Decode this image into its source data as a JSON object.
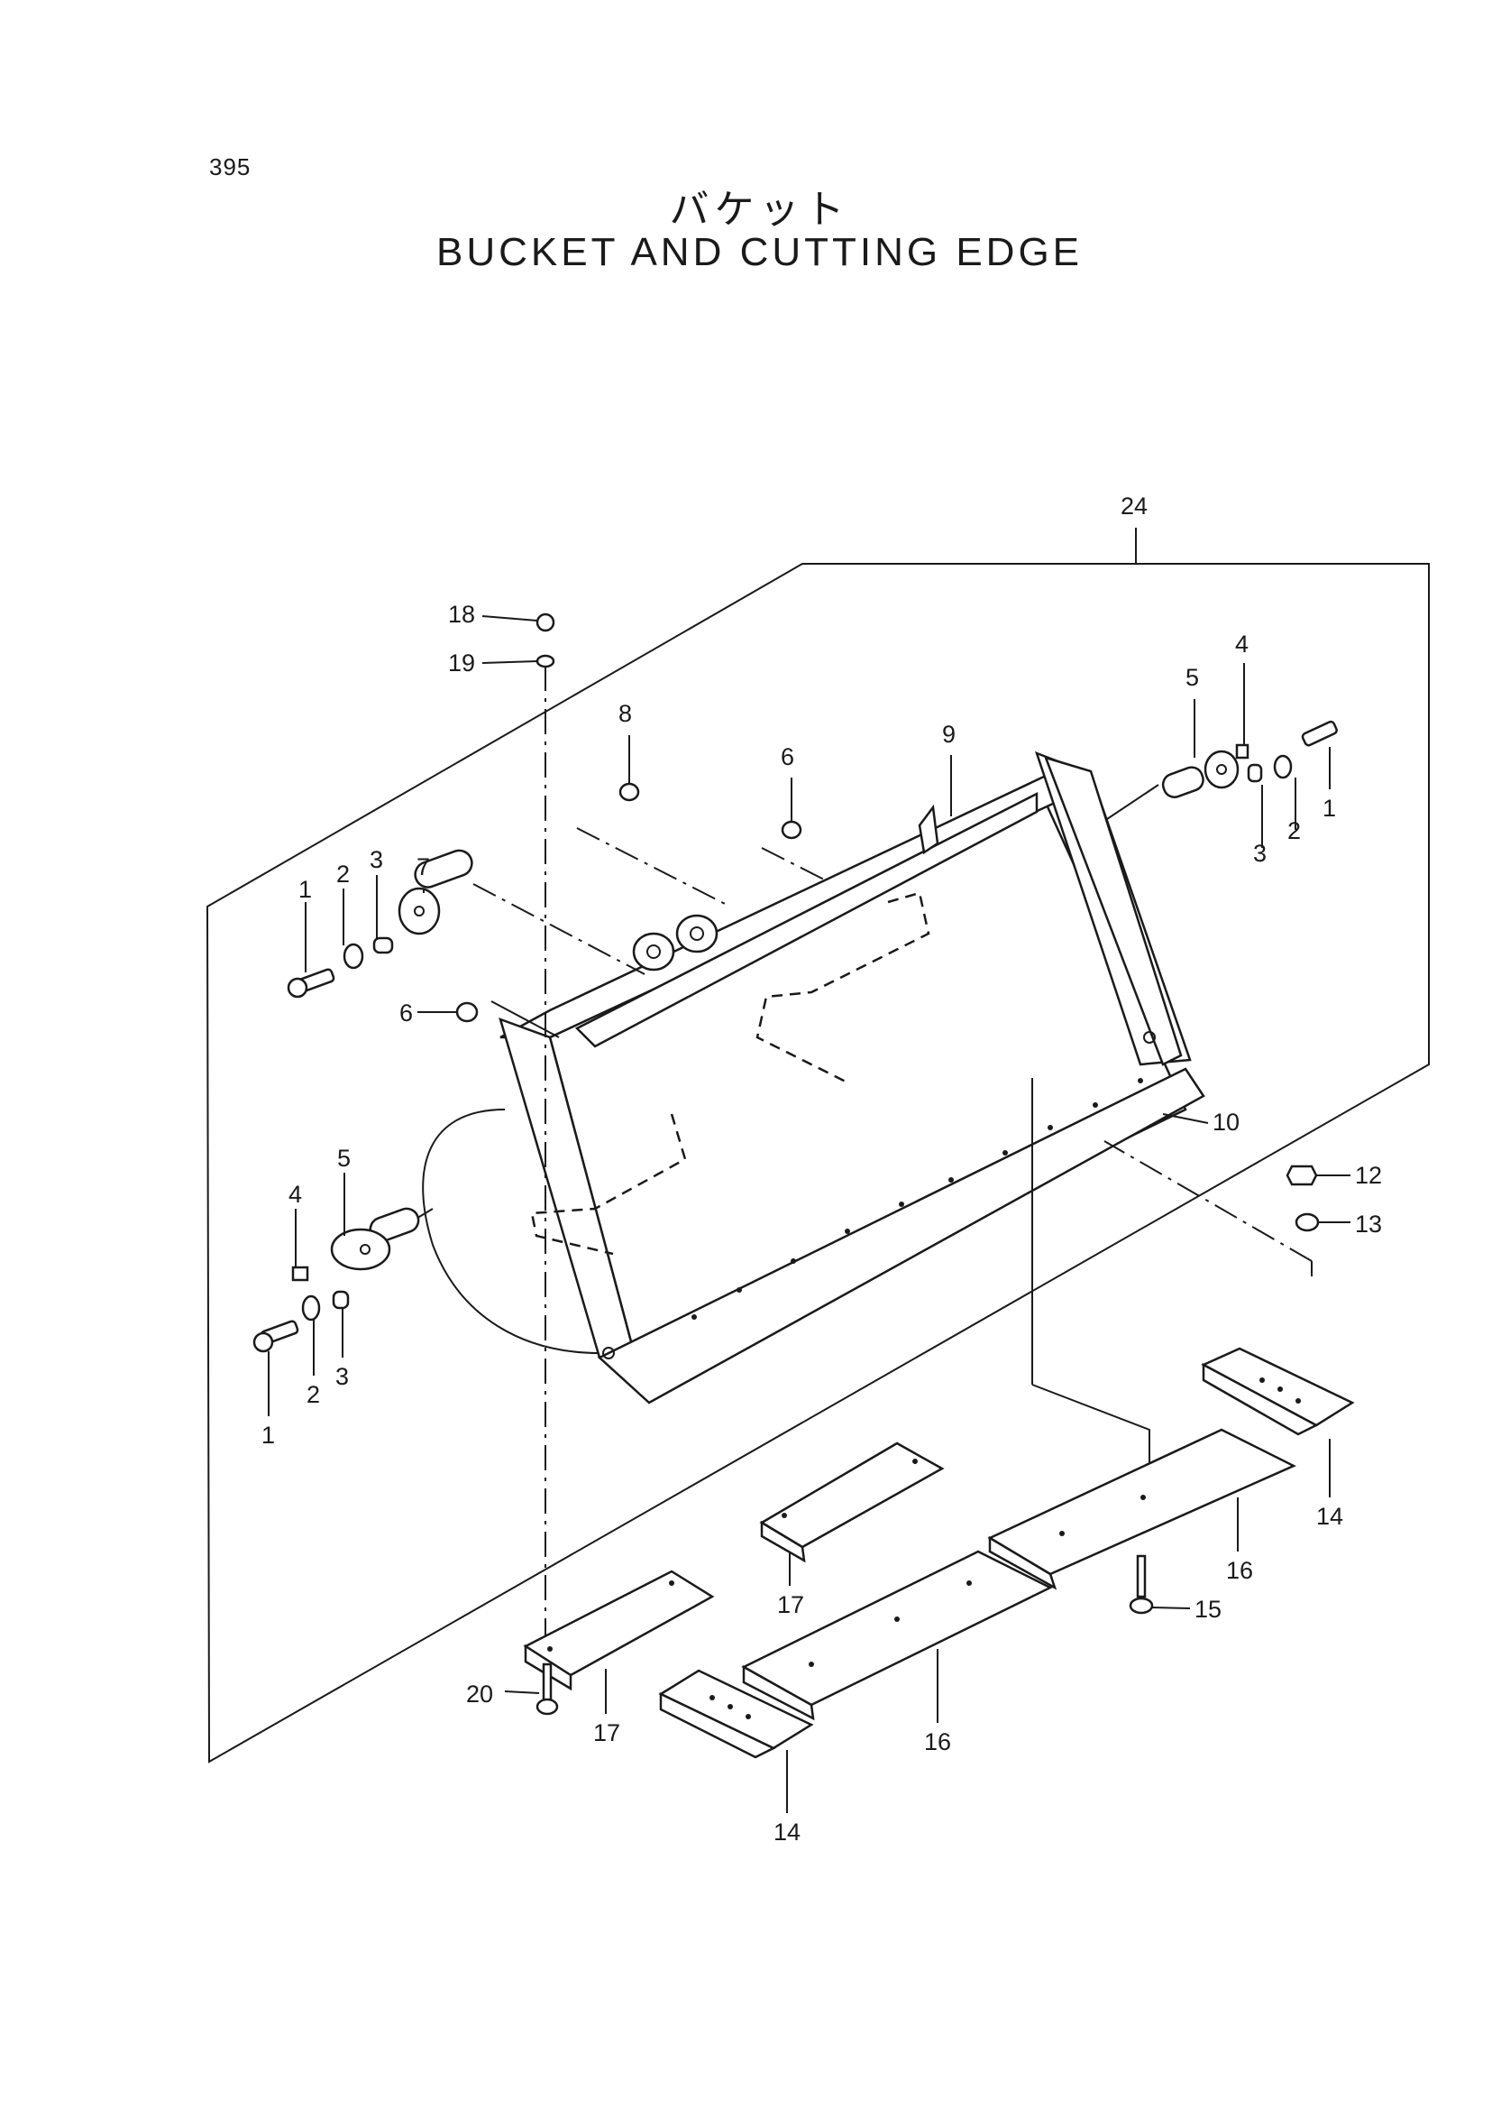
{
  "page": {
    "number": "395"
  },
  "title": {
    "japanese": "バケット",
    "english": "BUCKET AND CUTTING EDGE"
  },
  "callouts": {
    "c24": "24",
    "c18": "18",
    "c19": "19",
    "c8": "8",
    "c6a": "6",
    "c9": "9",
    "c5a": "5",
    "c4a": "4",
    "c1a": "1",
    "c2a": "2",
    "c3a": "3",
    "c7": "7",
    "c1b": "1",
    "c2b": "2",
    "c3b": "3",
    "c6b": "6",
    "c10": "10",
    "c12": "12",
    "c13": "13",
    "c5b": "5",
    "c4b": "4",
    "c1c": "1",
    "c2c": "2",
    "c3c": "3",
    "c14a": "14",
    "c16a": "16",
    "c15": "15",
    "c17a": "17",
    "c20": "20",
    "c17b": "17",
    "c16b": "16",
    "c14b": "14"
  }
}
